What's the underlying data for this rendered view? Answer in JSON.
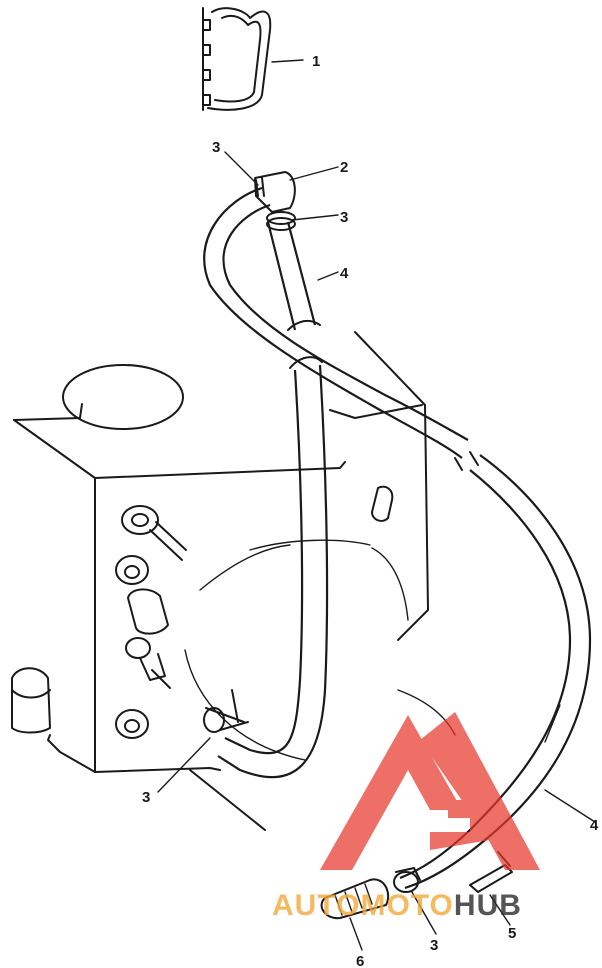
{
  "callouts": [
    {
      "id": "c1",
      "text": "1"
    },
    {
      "id": "c2",
      "text": "2"
    },
    {
      "id": "c3a",
      "text": "3"
    },
    {
      "id": "c3b",
      "text": "3"
    },
    {
      "id": "c4a",
      "text": "4"
    },
    {
      "id": "c3c",
      "text": "3"
    },
    {
      "id": "c4b",
      "text": "4"
    },
    {
      "id": "c3d",
      "text": "3"
    },
    {
      "id": "c5",
      "text": "5"
    },
    {
      "id": "c6",
      "text": "6"
    }
  ],
  "watermark": {
    "part1": "AUTOMOTO",
    "part2": "HUB",
    "colors": {
      "accent": "#e8382c",
      "orange": "#f2a93b",
      "dark": "#2b2b2b"
    }
  }
}
